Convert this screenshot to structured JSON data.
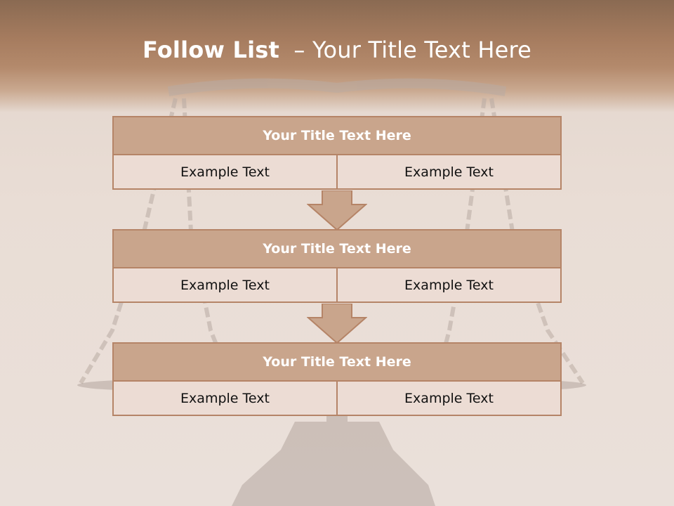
{
  "slide": {
    "title_bold": "Follow List",
    "title_rest": "– Your Title Text Here"
  },
  "steps": [
    {
      "title": "Your Title Text Here",
      "left": "Example Text",
      "right": "Example Text"
    },
    {
      "title": "Your Title Text Here",
      "left": "Example Text",
      "right": "Example Text"
    },
    {
      "title": "Your Title Text Here",
      "left": "Example Text",
      "right": "Example Text"
    }
  ],
  "colors": {
    "header": "#a67c5f",
    "box_title_fill": "#c9a58c",
    "box_border": "#b58467",
    "cell_fill": "#ecdcd4",
    "arrow_fill": "#c9a58c"
  }
}
